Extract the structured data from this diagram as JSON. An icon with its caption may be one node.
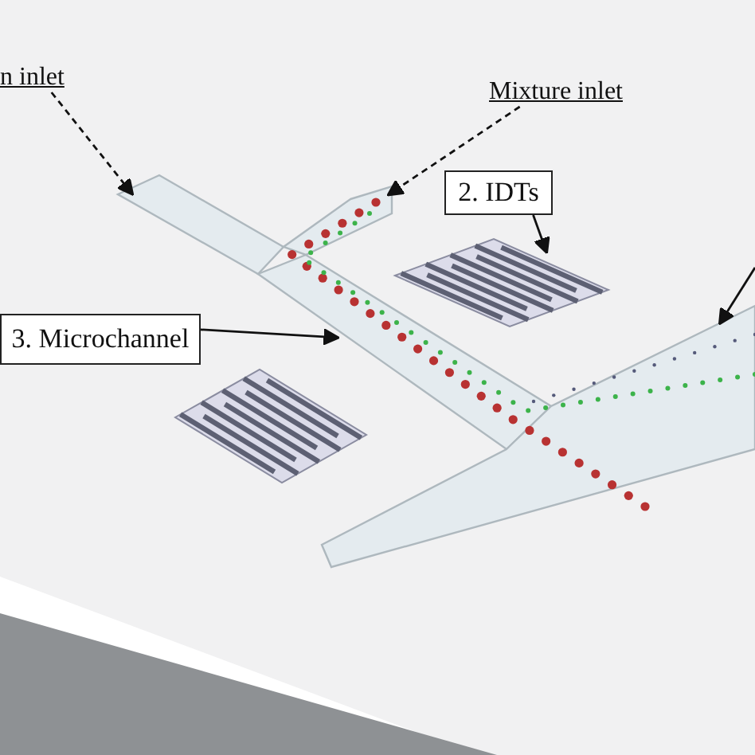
{
  "diagram": {
    "nodes": [
      {
        "text": [],
        "shape": "box"
      },
      {
        "text": [
          "n inlet"
        ],
        "in": 0
      },
      {
        "text": [],
        "shape": "box",
        "in": 0
      },
      {
        "text": [
          "Mixture inlet"
        ],
        "in": 0
      },
      {
        "text": [],
        "shape": "box",
        "in": 0
      },
      {
        "text": [
          "2. IDTs"
        ],
        "in": 0
      },
      {
        "text": [],
        "shape": "picture",
        "in": 0
      },
      {
        "text": [
          "3. Microchannel"
        ],
        "in": 0
      },
      {
        "text": [],
        "shape": "box",
        "in": 0
      },
      {
        "text": [],
        "shape": "box",
        "in": 0
      },
      {
        "text": [],
        "shape": "picture",
        "in": 0
      },
      {
        "text": [],
        "shape": "box",
        "in": 0
      }
    ],
    "edges": [
      {
        "from": 1,
        "to": 2,
        "arrow": "to",
        "style": "dashed"
      },
      {
        "from": 3,
        "to": 4,
        "arrow": "to",
        "style": "dashed"
      },
      {
        "from": 5,
        "to": 6,
        "arrow": "to"
      },
      {
        "from": 7,
        "to": 8,
        "arrow": "to"
      },
      {
        "from": null,
        "to": 9,
        "arrow": "to"
      }
    ]
  }
}
